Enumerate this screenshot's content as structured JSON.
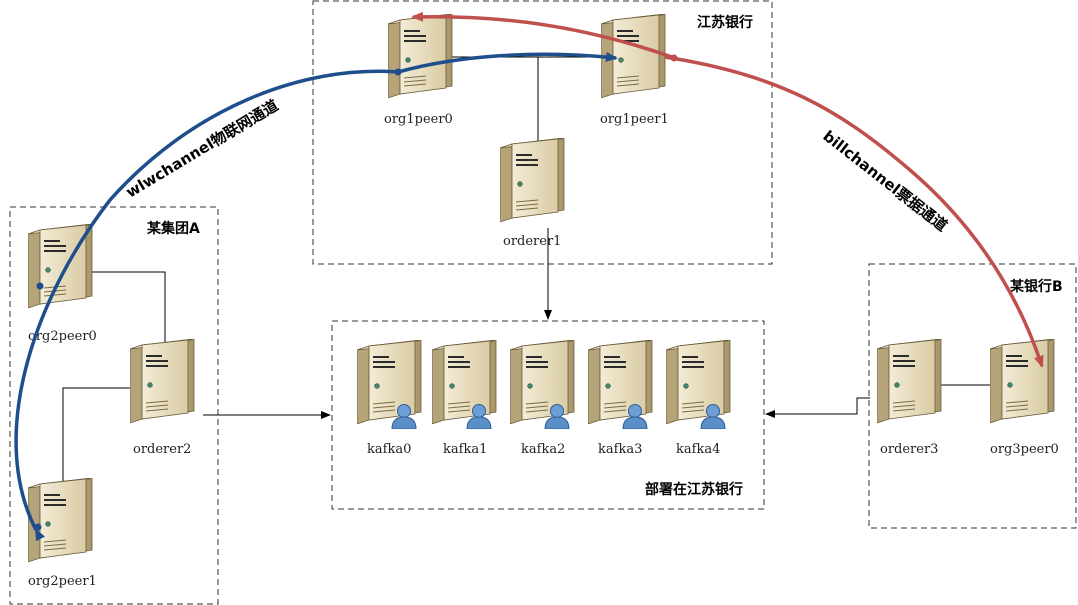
{
  "groups": {
    "jiangsu_bank": "江苏银行",
    "group_a": "某集团A",
    "bank_b": "某银行B",
    "kafka_cluster": "部署在江苏银行"
  },
  "nodes": {
    "org1peer0": "org1peer0",
    "org1peer1": "org1peer1",
    "orderer1": "orderer1",
    "org2peer0": "org2peer0",
    "orderer2": "orderer2",
    "org2peer1": "org2peer1",
    "orderer3": "orderer3",
    "org3peer0": "org3peer0",
    "kafka": [
      "kafka0",
      "kafka1",
      "kafka2",
      "kafka3",
      "kafka4"
    ]
  },
  "channels": {
    "wlw": "wlwchannel物联网通道",
    "bill": "billchannel票据通道"
  },
  "colors": {
    "wlw_channel": "#1f4e8c",
    "bill_channel": "#c0504d",
    "server_body": "#e6dcc0",
    "user_icon": "#5b8fc9"
  }
}
